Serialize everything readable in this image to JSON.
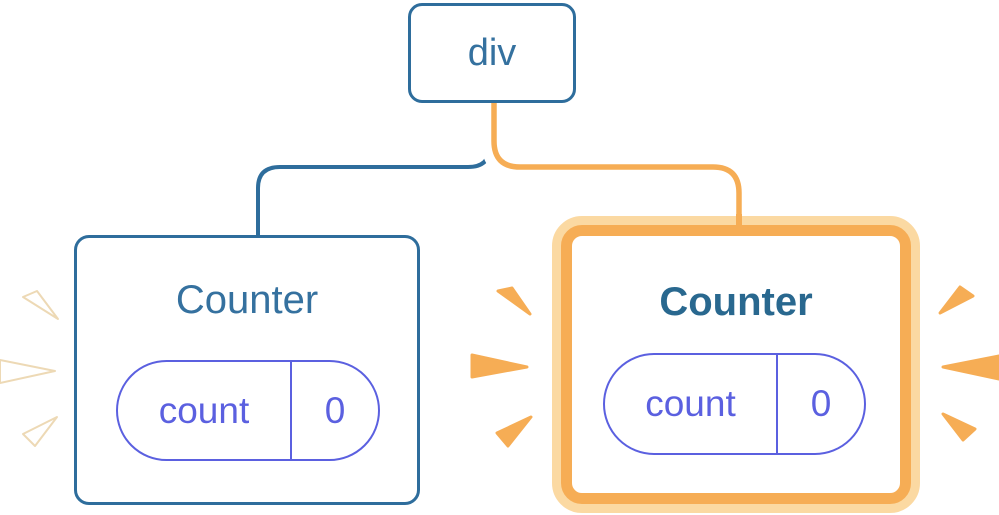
{
  "diagram": {
    "root": {
      "label": "div"
    },
    "left_counter": {
      "title": "Counter",
      "state_key": "count",
      "state_value": "0",
      "highlighted": false
    },
    "right_counter": {
      "title": "Counter",
      "state_key": "count",
      "state_value": "0",
      "highlighted": true
    }
  },
  "colors": {
    "blue_border": "#2E6D9C",
    "blue_text": "#35719F",
    "blue_text_bold": "#29688F",
    "indigo": "#5B60E0",
    "orange": "#F6AD55",
    "peach": "#FBD9A2",
    "spark_white": "#FFFFFF",
    "card_bg": "#FFFFFF"
  }
}
